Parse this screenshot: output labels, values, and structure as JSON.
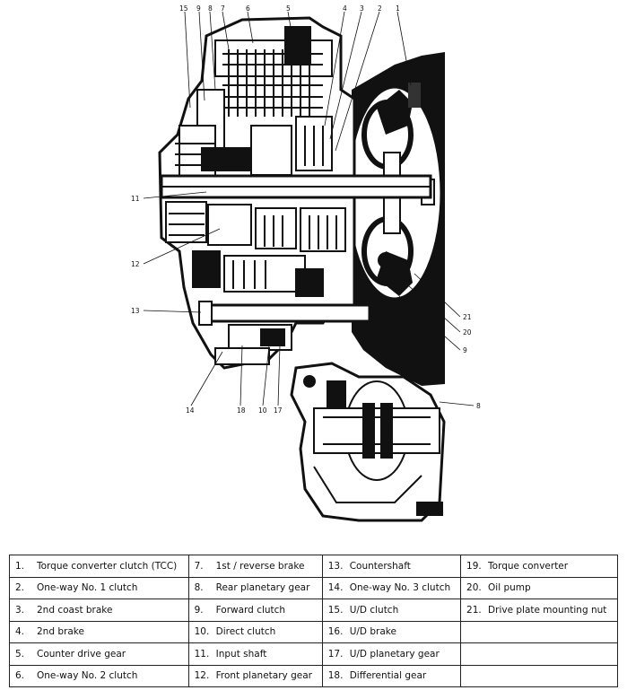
{
  "callouts": [
    "15",
    "9",
    "8",
    "7",
    "6",
    "5",
    "4",
    "3",
    "2",
    "1",
    "11",
    "12",
    "13",
    "14",
    "8",
    "10",
    "17",
    "21",
    "20",
    "9",
    "18"
  ],
  "legend": [
    [
      {
        "n": "1.",
        "t": "Torque converter clutch (TCC)"
      },
      {
        "n": "7.",
        "t": "1st / reverse brake"
      },
      {
        "n": "13.",
        "t": "Countershaft"
      },
      {
        "n": "19.",
        "t": "Torque converter"
      }
    ],
    [
      {
        "n": "2.",
        "t": "One-way No. 1 clutch"
      },
      {
        "n": "8.",
        "t": "Rear planetary gear"
      },
      {
        "n": "14.",
        "t": "One-way No. 3 clutch"
      },
      {
        "n": "20.",
        "t": "Oil pump"
      }
    ],
    [
      {
        "n": "3.",
        "t": "2nd coast brake"
      },
      {
        "n": "9.",
        "t": "Forward clutch"
      },
      {
        "n": "15.",
        "t": "U/D clutch"
      },
      {
        "n": "21.",
        "t": "Drive plate mounting nut"
      }
    ],
    [
      {
        "n": "4.",
        "t": "2nd brake"
      },
      {
        "n": "10.",
        "t": "Direct clutch"
      },
      {
        "n": "16.",
        "t": "U/D brake"
      },
      {
        "n": "",
        "t": ""
      }
    ],
    [
      {
        "n": "5.",
        "t": "Counter drive gear"
      },
      {
        "n": "11.",
        "t": "Input shaft"
      },
      {
        "n": "17.",
        "t": "U/D planetary gear"
      },
      {
        "n": "",
        "t": ""
      }
    ],
    [
      {
        "n": "6.",
        "t": "One-way No. 2 clutch"
      },
      {
        "n": "12.",
        "t": "Front planetary gear"
      },
      {
        "n": "18.",
        "t": "Differential gear"
      },
      {
        "n": "",
        "t": ""
      }
    ]
  ]
}
